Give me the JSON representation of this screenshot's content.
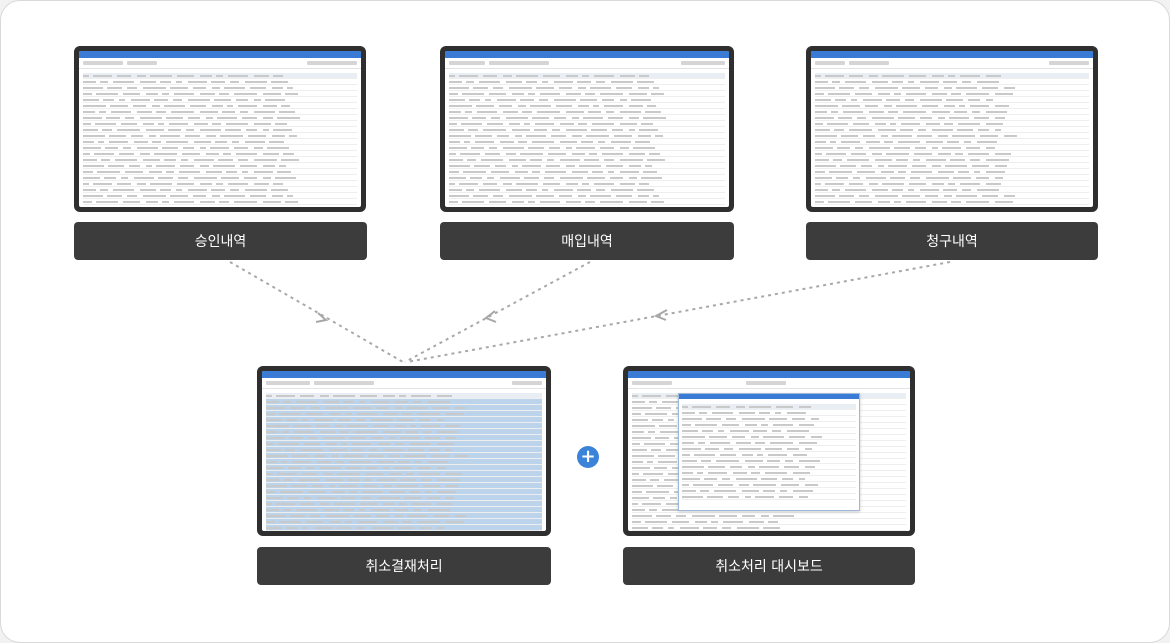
{
  "labels": {
    "approval": "승인내역",
    "purchase": "매입내역",
    "billing": "청구내역",
    "cancel_payment": "취소결재처리",
    "cancel_dashboard": "취소처리 대시보드"
  },
  "plus_symbol": "+",
  "colors": {
    "label_bg": "#3c3c3c",
    "accent": "#3b82d9",
    "arrow": "#a8a8a8"
  }
}
